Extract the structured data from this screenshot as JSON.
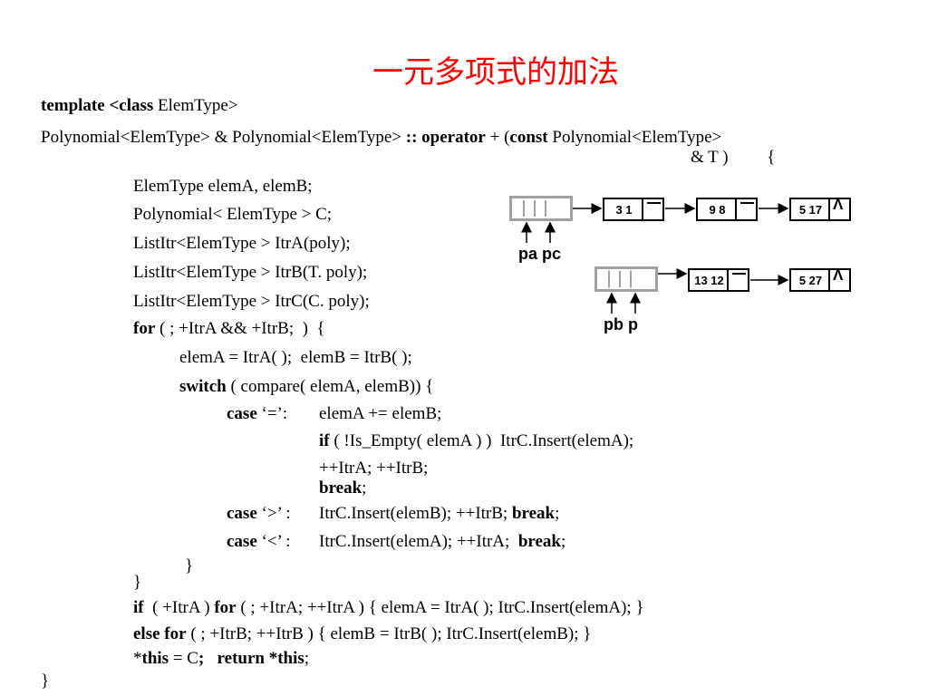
{
  "title": "一元多项式的加法",
  "code": {
    "l1_kw": "template <class",
    "l1_rest": " ElemType>",
    "l2a": "Polynomial<ElemType> & Polynomial<ElemType> ",
    "l2_kw1": ":: operator",
    "l2b": " + (",
    "l2_kw2": "const",
    "l2c": " Polynomial<ElemType>",
    "l3": "& T )         {",
    "l4": "ElemType elemA, elemB;",
    "l5": "Polynomial< ElemType > C;",
    "l6": "ListItr<ElemType > ItrA(poly);",
    "l7": "ListItr<ElemType > ItrB(T. poly);",
    "l8": "ListItr<ElemType > ItrC(C. poly);",
    "l9_kw": "for",
    "l9_rest": " ( ; +ItrA && +ItrB;  )  {",
    "l10": "elemA = ItrA( );  elemB = ItrB( );",
    "l11_kw": "switch",
    "l11_rest": " ( compare( elemA, elemB)) {",
    "l12_kw": "case",
    "l12_mid": " ‘=’:",
    "l12_rest": "elemA += elemB;",
    "l13_kw": "if",
    "l13_rest": " ( !Is_Empty( elemA ) )  ItrC.Insert(elemA);",
    "l14": "++ItrA; ++ItrB;",
    "l15_kw": "break",
    "l15_rest": ";",
    "l16_kw": "case",
    "l16_mid": " ‘>’ :",
    "l16_rest": "ItrC.Insert(elemB); ++ItrB; ",
    "l16_kw2": "break",
    "l16_end": ";",
    "l17_kw": "case",
    "l17_mid": " ‘<’ :",
    "l17_rest": "ItrC.Insert(elemA); ++ItrA;  ",
    "l17_kw2": "break",
    "l17_end": ";",
    "l18": "}",
    "l19": "}",
    "l20_kw1": "if",
    "l20_a": "  ( +ItrA ) ",
    "l20_kw2": "for",
    "l20_b": " ( ; +ItrA; ++ItrA ) { elemA = ItrA( ); ItrC.Insert(elemA); }",
    "l21_kw": "else for",
    "l21_rest": " ( ; +ItrB; ++ItrB ) { elemB = ItrB( ); ItrC.Insert(elemB); }",
    "l22_a": "*",
    "l22_kw1": "this",
    "l22_b": " = C",
    "l22_kw2": ";   return *this",
    "l22_end": ";",
    "l23": "}"
  },
  "diagram": {
    "list_a": [
      {
        "data": "3  1",
        "null": ""
      },
      {
        "data": "9  8",
        "null": ""
      },
      {
        "data": "5 17",
        "null": "Λ"
      }
    ],
    "list_b": [
      {
        "data": "13 12",
        "null": ""
      },
      {
        "data": "5 27",
        "null": "Λ"
      }
    ],
    "label_a": "pa pc",
    "label_b": "pb p"
  }
}
